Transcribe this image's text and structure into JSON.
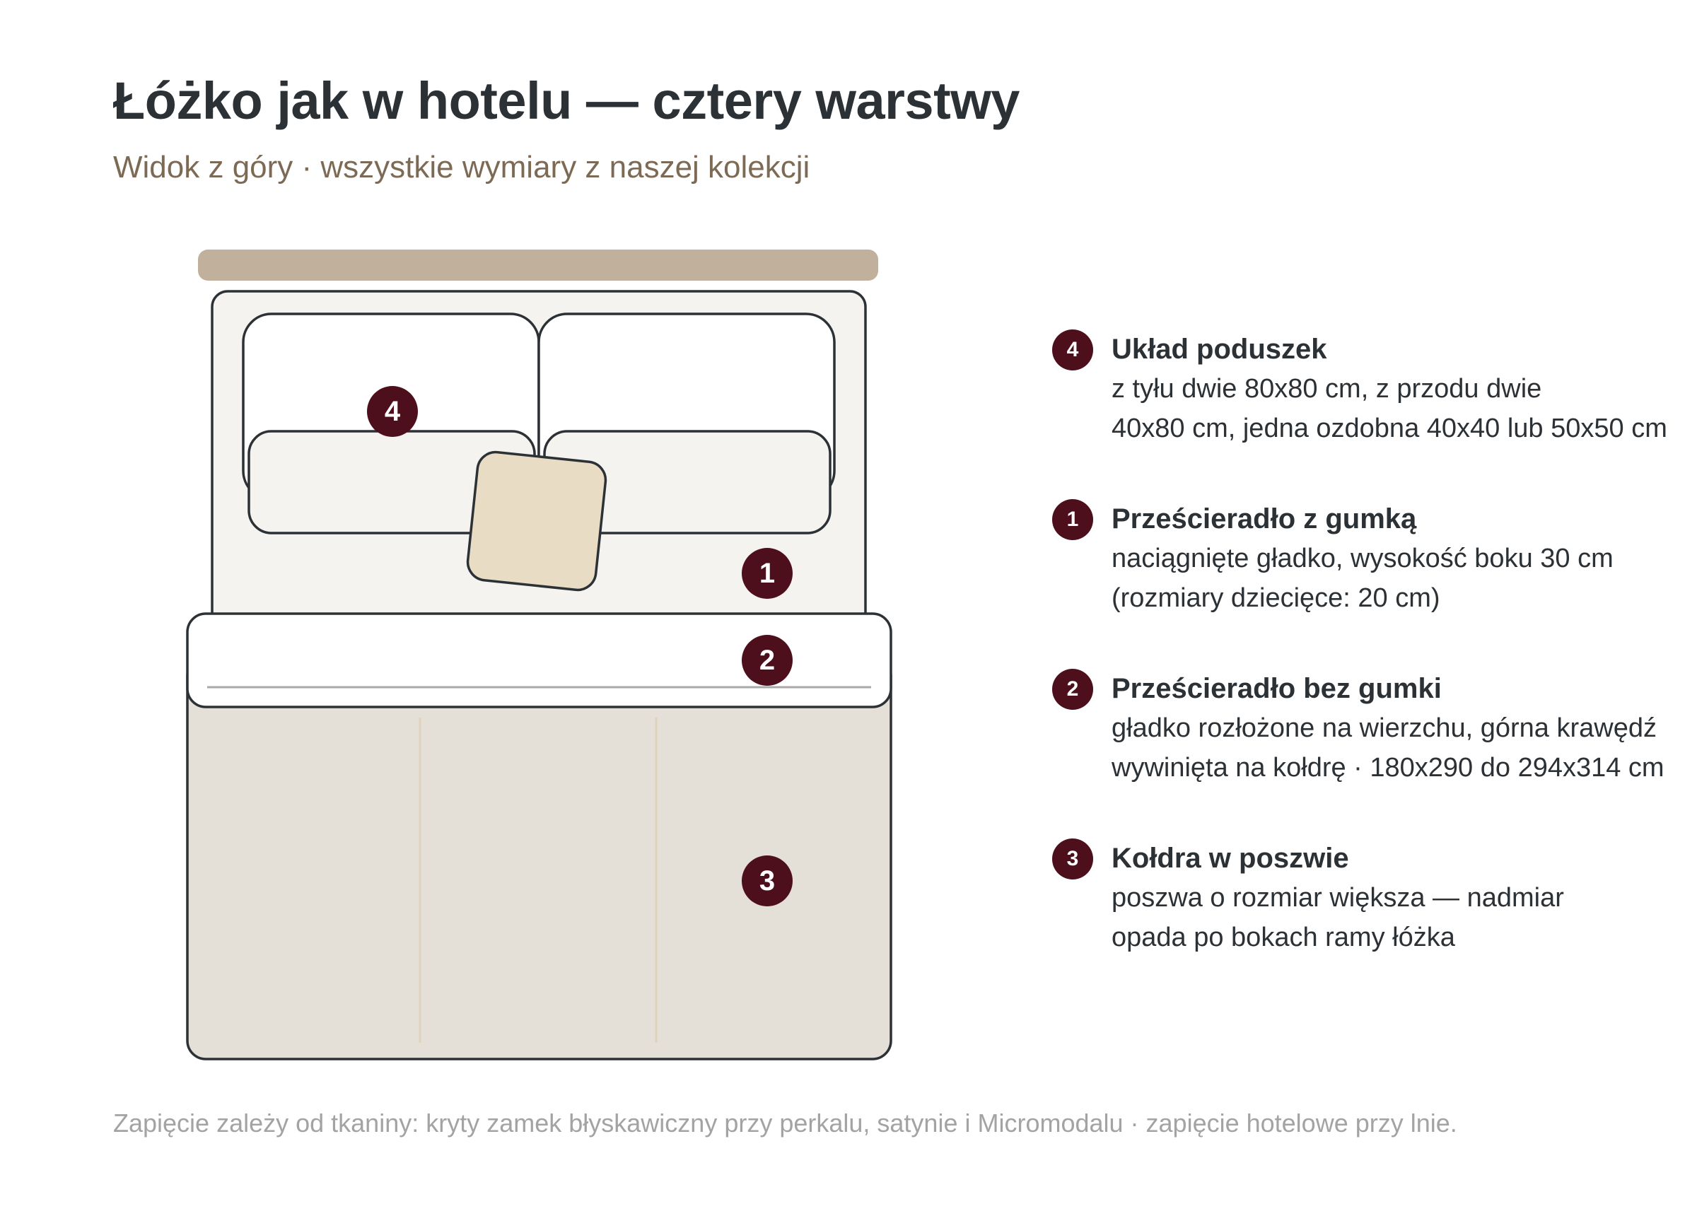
{
  "header": {
    "title": "Łóżko jak w hotelu — cztery warstwy",
    "subtitle": "Widok z góry · wszystkie wymiary z naszej kolekcji"
  },
  "colors": {
    "accent_marker": "#4d0f1c",
    "headboard": "#c0b09c",
    "fitted_sheet": "#f4f3ef",
    "duvet": "#e4dfd7",
    "decor_pillow": "#e9dcc4",
    "outline": "#2c3136",
    "subtitle": "#7d6a54",
    "footnote": "#a3a3a3"
  },
  "diagram": {
    "markers": [
      {
        "number": "4"
      },
      {
        "number": "1"
      },
      {
        "number": "2"
      },
      {
        "number": "3"
      }
    ]
  },
  "legend": {
    "items": [
      {
        "number": "4",
        "title": "Układ poduszek",
        "description": "z tyłu dwie 80x80 cm, z przodu dwie\n40x80 cm, jedna ozdobna 40x40 lub 50x50 cm"
      },
      {
        "number": "1",
        "title": "Prześcieradło z gumką",
        "description": "naciągnięte gładko, wysokość boku 30 cm\n(rozmiary dziecięce: 20 cm)"
      },
      {
        "number": "2",
        "title": "Prześcieradło bez gumki",
        "description": "gładko rozłożone na wierzchu, górna krawędź\nwywinięta na kołdrę · 180x290 do 294x314 cm"
      },
      {
        "number": "3",
        "title": "Kołdra w poszwie",
        "description": "poszwa o rozmiar większa — nadmiar\nopada po bokach ramy łóżka"
      }
    ]
  },
  "footnote": "Zapięcie zależy od tkaniny: kryty zamek błyskawiczny przy perkalu, satynie i Micromodalu · zapięcie hotelowe przy lnie."
}
